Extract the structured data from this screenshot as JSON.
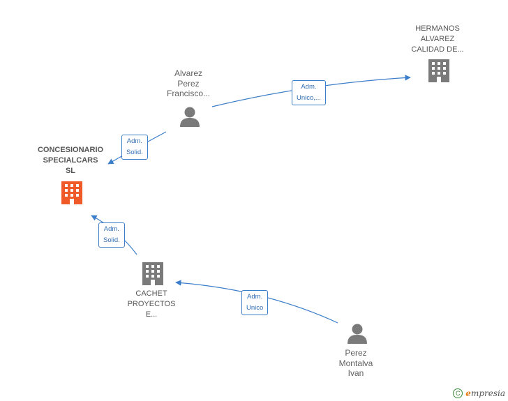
{
  "nodes": {
    "concesionario": {
      "lines": [
        "CONCESIONARIO",
        "SPECIALCARS",
        "SL"
      ],
      "color": "#f05a28"
    },
    "hermanos": {
      "lines": [
        "HERMANOS",
        "ALVAREZ",
        "CALIDAD DE..."
      ],
      "color": "#7a7a7a"
    },
    "cachet": {
      "lines": [
        "CACHET",
        "PROYECTOS",
        "E..."
      ],
      "color": "#7a7a7a"
    },
    "alvarez": {
      "lines": [
        "Alvarez",
        "Perez",
        "Francisco..."
      ],
      "color": "#7a7a7a"
    },
    "perez": {
      "lines": [
        "Perez",
        "Montalva",
        "Ivan"
      ],
      "color": "#7a7a7a"
    }
  },
  "edges": {
    "alvarez_hermanos": {
      "lines": [
        "Adm.",
        "Unico,..."
      ]
    },
    "alvarez_concesionario": {
      "lines": [
        "Adm.",
        "Solid."
      ]
    },
    "cachet_concesionario": {
      "lines": [
        "Adm.",
        "Solid."
      ]
    },
    "perez_cachet": {
      "lines": [
        "Adm.",
        "Unico"
      ]
    }
  },
  "footer": {
    "copyright_symbol": "C",
    "brand_initial": "e",
    "brand_rest": "mpresia"
  },
  "colors": {
    "edge": "#3a7dc9",
    "focus": "#f05a28",
    "node": "#7a7a7a"
  }
}
